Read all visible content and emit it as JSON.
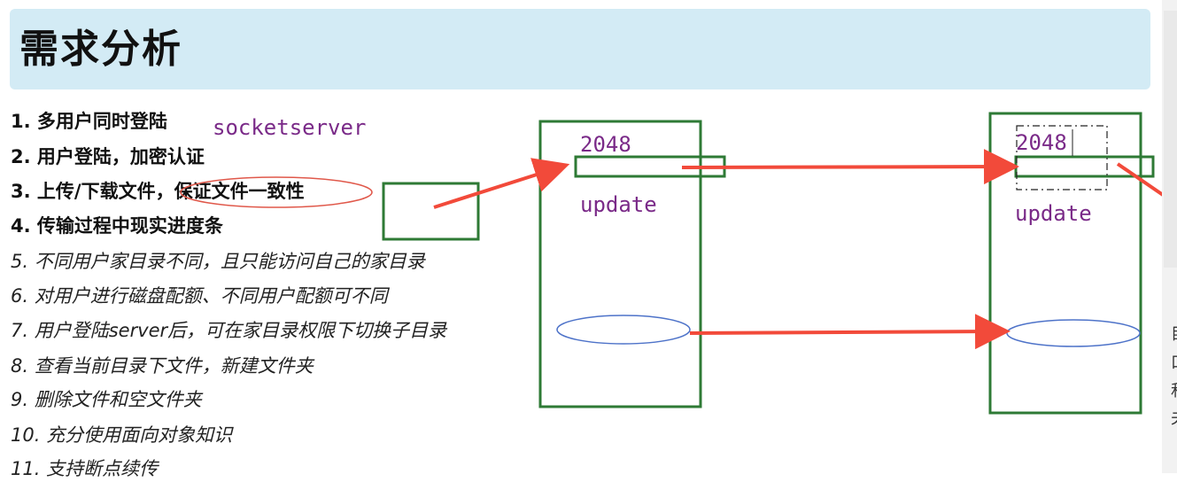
{
  "page": {
    "title": "需求分析"
  },
  "requirements": [
    {
      "text": "1. 多用户同时登陆",
      "style": "bold"
    },
    {
      "text": "2. 用户登陆，加密认证",
      "style": "bold"
    },
    {
      "text": "3. 上传/下载文件，保证文件一致性",
      "style": "bold"
    },
    {
      "text": "4. 传输过程中现实进度条",
      "style": "bold"
    },
    {
      "text": "5. 不同用户家目录不同，且只能访问自己的家目录",
      "style": "italic"
    },
    {
      "text": "6. 对用户进行磁盘配额、不同用户配额可不同",
      "style": "italic"
    },
    {
      "text": "7. 用户登陆server后，可在家目录权限下切换子目录",
      "style": "italic"
    },
    {
      "text": "8. 查看当前目录下文件，新建文件夹",
      "style": "italic"
    },
    {
      "text": "9. 删除文件和空文件夹",
      "style": "italic"
    },
    {
      "text": "10. 充分使用面向对象知识",
      "style": "italic"
    },
    {
      "text": "11. 支持断点续传",
      "style": "italic"
    }
  ],
  "annotations": {
    "socketserver": "socketserver",
    "left_box_size": "2048",
    "left_box_method": "update",
    "right_box_size": "2048",
    "right_box_method": "update"
  },
  "right_edge_chars": [
    "目",
    "口",
    "和",
    "夫"
  ],
  "colors": {
    "title_band": "#d3ebf5",
    "box_green": "#2e7a35",
    "arrow_red": "#f24a3a",
    "ellipse_blue": "#4e73c9",
    "ellipse_red": "#e0584a",
    "annotation_purple": "#7a2a88"
  }
}
